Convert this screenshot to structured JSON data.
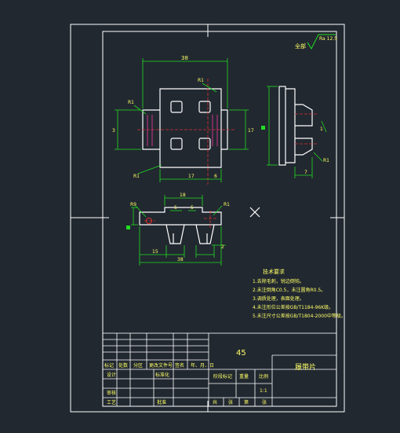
{
  "colors": {
    "background": "#212830",
    "frame": "#ffffff",
    "part": "#ffffff",
    "dimension": "#22dd22",
    "centerline": "#e03030",
    "hatch": "#cc3388",
    "text": "#ffff66"
  },
  "roughness": {
    "prefix": "全部",
    "value": "Ra 12.5"
  },
  "dimensions": {
    "top_width": "38",
    "r1_a": "R1",
    "r1_b": "R1",
    "r1_c": "R1",
    "left_height": "3",
    "right_height": "17",
    "bottom_17": "17",
    "bottom_small": "6",
    "side_r": "R1",
    "side_7": "7",
    "side_small": "1",
    "front_18": "18",
    "front_r_a": "R9",
    "front_r_b": "R1",
    "front_d1": "5",
    "front_d2": "5",
    "front_d3": "2",
    "front_d4": "15",
    "front_d5": "38"
  },
  "tech_notes": {
    "heading": "技术要求",
    "lines": [
      "1.去除毛刺，锐边倒钝。",
      "2.未注倒角C0.5，未注圆角R0.5。",
      "3.调质处理，表面处理。",
      "4.未注形位公差按GB/T1184-96K级。",
      "5.未注尺寸公差按GB/T1804-2000中等级。"
    ]
  },
  "title_block": {
    "material": "45",
    "part_name": "履带片",
    "header_cells": [
      "标记",
      "处数",
      "分区",
      "更改文件号",
      "签名",
      "年、月、日"
    ],
    "left_rows": [
      "设计",
      "审核",
      "工艺"
    ],
    "standard_label": "标准化",
    "approve_label": "批准",
    "stage_label": "阶段标记",
    "weight_label": "重量",
    "scale_label": "比例",
    "scale_value": "1:1",
    "bottom_cells": [
      "共",
      "张",
      "第",
      "张"
    ]
  }
}
